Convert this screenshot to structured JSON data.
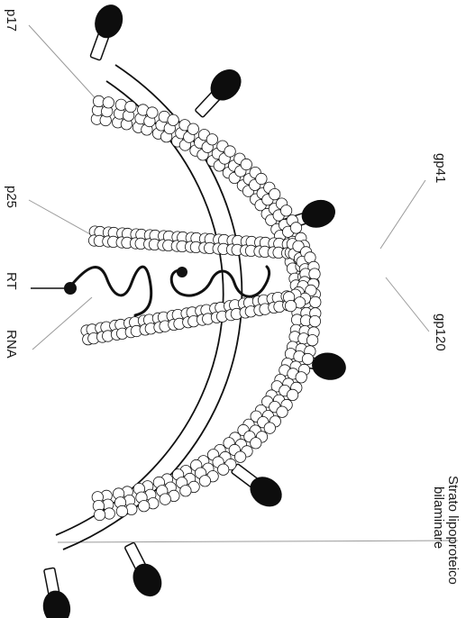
{
  "labels": {
    "p17": "p17",
    "p25": "p25",
    "rt": "RT",
    "rna": "RNA",
    "gp41": "gp41",
    "gp120": "gp120",
    "membrane_line1": "Strato lipoproteico",
    "membrane_line2": "bilaminare"
  },
  "colors": {
    "ink": "#111111",
    "knob": "#0d0d0d",
    "leader": "#9a9a9a",
    "bead_fill": "#ffffff",
    "background": "#ffffff"
  },
  "counts": {
    "envelope_knobs": 7
  }
}
